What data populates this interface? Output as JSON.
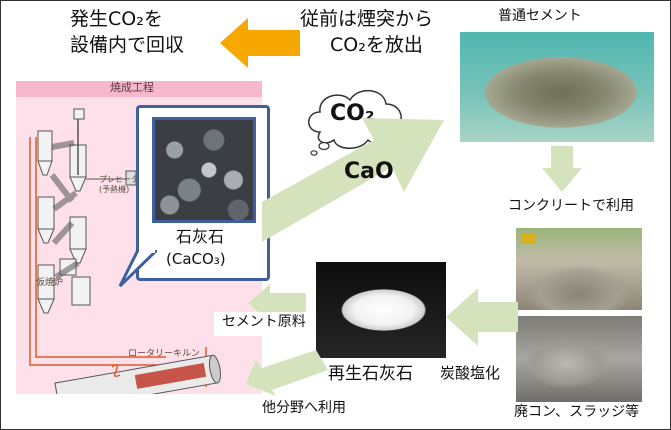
{
  "top_left_text": {
    "line1": "発生CO₂を",
    "line2": "設備内で回収"
  },
  "top_center_text": {
    "line1": "従前は煙突から",
    "line2": "CO₂を放出"
  },
  "kiln_panel": {
    "title": "焼成工程",
    "preheater_label": "プレヒーター\n(予熱機)",
    "calciner_label": "仮焼炉",
    "rotary_kiln_label": "ロータリーキルン"
  },
  "limestone": {
    "name": "石灰石",
    "formula": "(CaCO₃)"
  },
  "cloud_label": "CO₂",
  "cao_label": "CaO",
  "cement": {
    "label": "普通セメント"
  },
  "concrete_use": "コンクリートで利用",
  "waste_label": "廃コン、スラッジ等",
  "carbonation_label": "炭酸塩化",
  "recycled_limestone_label": "再生石灰石",
  "cement_raw_material_label": "セメント原料",
  "other_use_label": "他分野へ利用",
  "colors": {
    "orange_arrow": "#f7a800",
    "green_arrow": "#d5e3bd",
    "kiln_panel_bg": "#fde0ea",
    "kiln_title_bar": "#f7b7cc",
    "limestone_frame": "#3f5f9f"
  }
}
